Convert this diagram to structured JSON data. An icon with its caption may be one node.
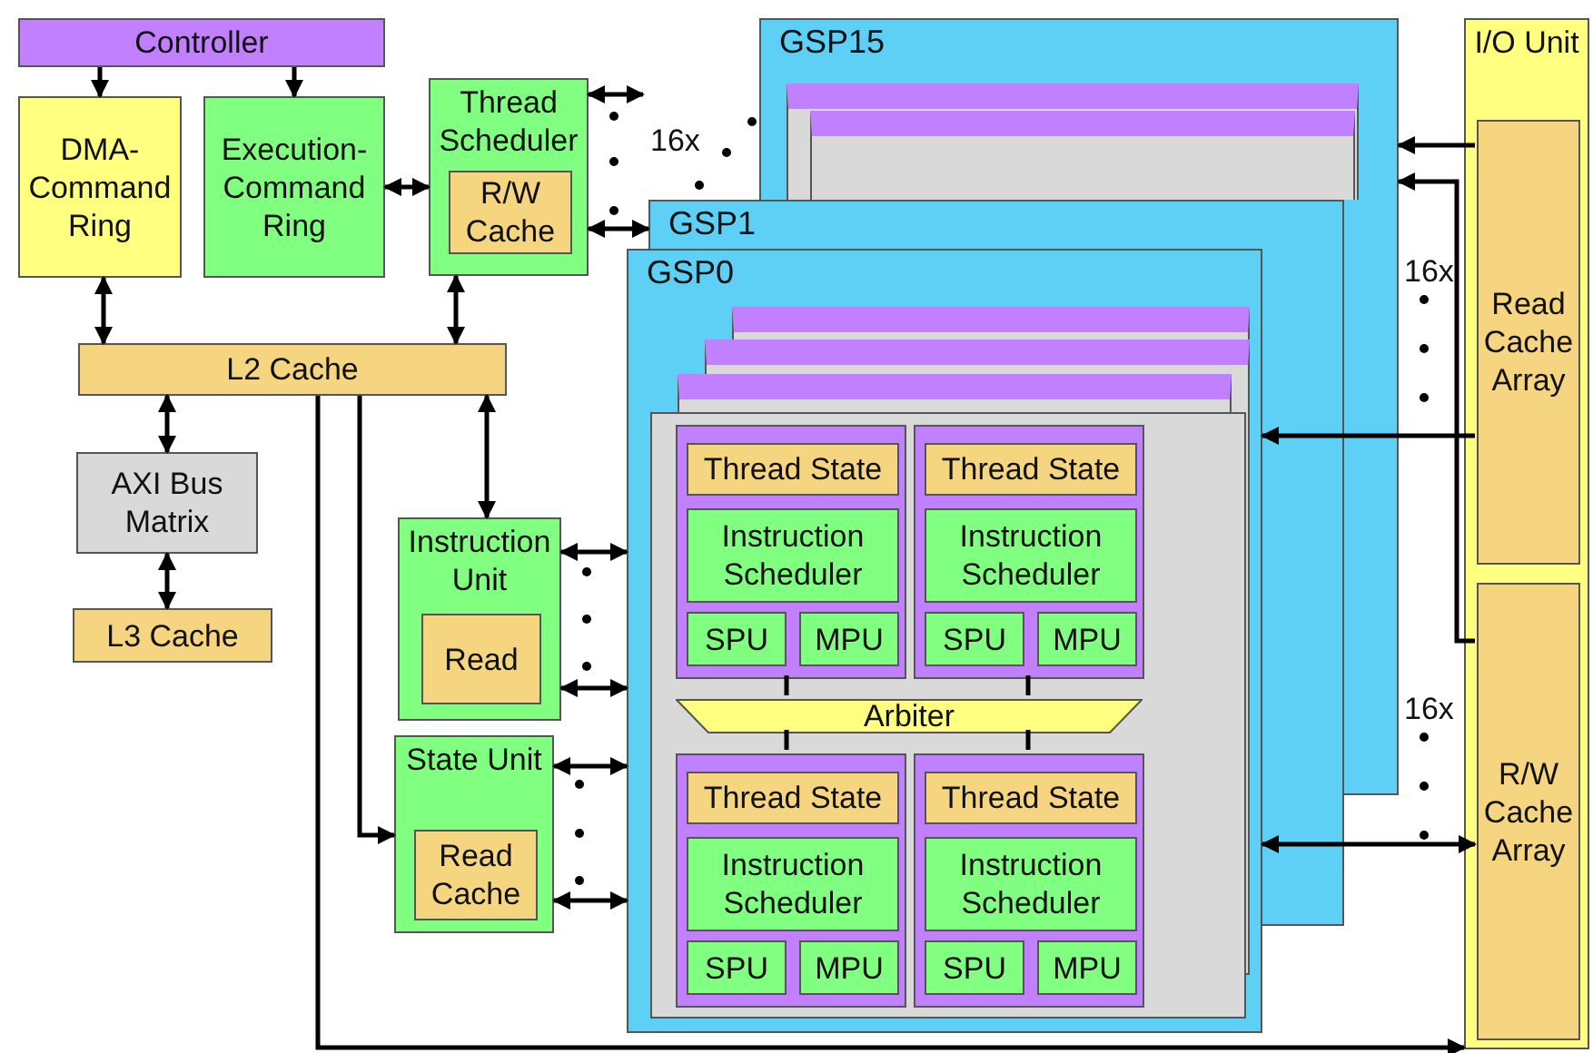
{
  "diagram": {
    "nodes": [
      {
        "text": [
          "Controller"
        ]
      },
      {
        "text": [
          "DMA-Command Ring"
        ]
      },
      {
        "text": [
          "Execution-Command Ring"
        ]
      },
      {
        "text": [
          "Thread Scheduler"
        ]
      },
      {
        "text": [
          "R/W Cache"
        ],
        "in": 3
      },
      {
        "text": [
          "L2 Cache"
        ]
      },
      {
        "text": [
          "AXI Bus Matrix"
        ]
      },
      {
        "text": [
          "L3 Cache"
        ]
      },
      {
        "text": [
          "Instruction Unit"
        ]
      },
      {
        "text": [
          "Read"
        ],
        "in": 8
      },
      {
        "text": [
          "State Unit"
        ]
      },
      {
        "text": [
          "Read Cache"
        ],
        "in": 10
      },
      {
        "text": [
          "GSP15"
        ]
      },
      {
        "text": [
          "GSP1"
        ]
      },
      {
        "text": [
          "GSP0"
        ]
      },
      {
        "text": [],
        "shape": "box",
        "in": 14
      },
      {
        "text": [],
        "shape": "box",
        "in": 15
      },
      {
        "text": [
          "Thread State"
        ],
        "in": 16
      },
      {
        "text": [
          "Instruction Scheduler"
        ],
        "in": 16
      },
      {
        "text": [
          "SPU"
        ],
        "in": 16
      },
      {
        "text": [
          "MPU"
        ],
        "in": 16
      },
      {
        "text": [],
        "shape": "box",
        "in": 15
      },
      {
        "text": [
          "Thread State"
        ],
        "in": 21
      },
      {
        "text": [
          "Instruction Scheduler"
        ],
        "in": 21
      },
      {
        "text": [
          "SPU"
        ],
        "in": 21
      },
      {
        "text": [
          "MPU"
        ],
        "in": 21
      },
      {
        "text": [
          "Arbiter"
        ],
        "in": 15
      },
      {
        "text": [],
        "shape": "box",
        "in": 15
      },
      {
        "text": [
          "Thread State"
        ],
        "in": 27
      },
      {
        "text": [
          "Instruction Scheduler"
        ],
        "in": 27
      },
      {
        "text": [
          "SPU"
        ],
        "in": 27
      },
      {
        "text": [
          "MPU"
        ],
        "in": 27
      },
      {
        "text": [],
        "shape": "box",
        "in": 15
      },
      {
        "text": [
          "Thread State"
        ],
        "in": 32
      },
      {
        "text": [
          "Instruction Scheduler"
        ],
        "in": 32
      },
      {
        "text": [
          "SPU"
        ],
        "in": 32
      },
      {
        "text": [
          "MPU"
        ],
        "in": 32
      },
      {
        "text": [
          "I/O Unit"
        ]
      },
      {
        "text": [
          "Read Cache Array"
        ],
        "in": 37
      },
      {
        "text": [
          "R/W Cache Array"
        ],
        "in": 37
      }
    ],
    "edges": [
      {
        "from": 0,
        "to": 1,
        "arrow": "to"
      },
      {
        "from": 0,
        "to": 2,
        "arrow": "to"
      },
      {
        "from": 1,
        "to": 5,
        "arrow": "both"
      },
      {
        "from": 2,
        "to": 3,
        "arrow": "both"
      },
      {
        "from": 3,
        "to": 5,
        "arrow": "both"
      },
      {
        "from": 3,
        "to": null,
        "arrow": "both"
      },
      {
        "from": 3,
        "to": 13,
        "arrow": "both"
      },
      {
        "from": 5,
        "to": 6,
        "arrow": "both"
      },
      {
        "from": 6,
        "to": 7,
        "arrow": "both"
      },
      {
        "from": 5,
        "to": 8,
        "arrow": "both"
      },
      {
        "from": 5,
        "to": 10,
        "arrow": "to"
      },
      {
        "from": 5,
        "to": 37,
        "arrow": "to"
      },
      {
        "from": 8,
        "to": 14,
        "arrow": "both"
      },
      {
        "from": 8,
        "to": 14,
        "arrow": "both"
      },
      {
        "from": 10,
        "to": 14,
        "arrow": "both"
      },
      {
        "from": 10,
        "to": 14,
        "arrow": "both"
      },
      {
        "from": 16,
        "to": 26,
        "arrow": "none"
      },
      {
        "from": 21,
        "to": 26,
        "arrow": "none"
      },
      {
        "from": 26,
        "to": 27,
        "arrow": "none"
      },
      {
        "from": 26,
        "to": 32,
        "arrow": "none"
      },
      {
        "from": 38,
        "to": 12,
        "arrow": "to"
      },
      {
        "from": 38,
        "to": 14,
        "arrow": "to"
      },
      {
        "from": 39,
        "to": 12,
        "arrow": "to"
      },
      {
        "from": 39,
        "to": 14,
        "arrow": "both"
      }
    ],
    "labels": [
      "16x",
      "16x",
      "16x"
    ]
  }
}
